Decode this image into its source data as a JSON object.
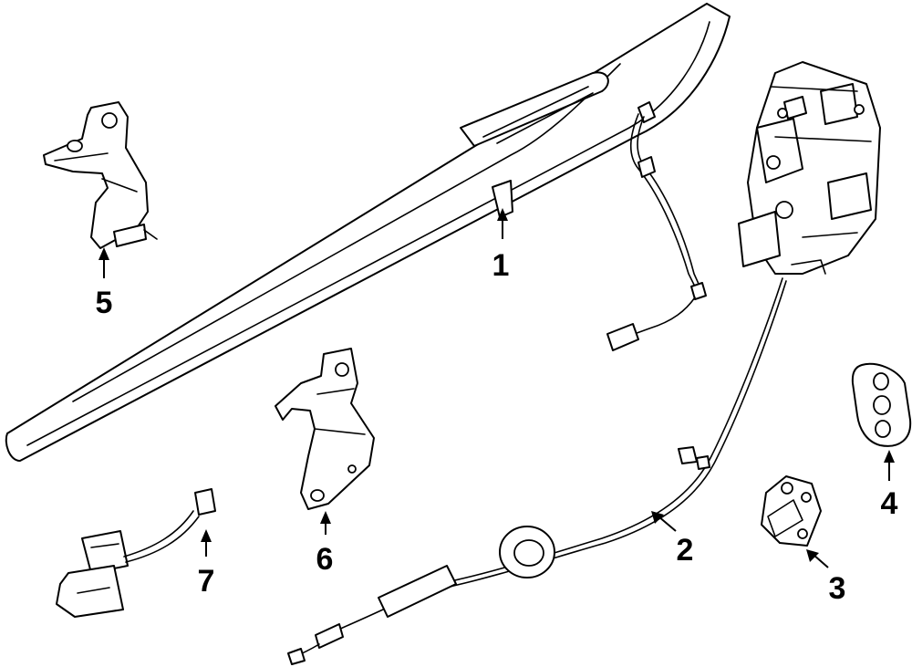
{
  "diagram": {
    "type": "exploded parts diagram",
    "callouts": [
      {
        "id": "1",
        "label": "1"
      },
      {
        "id": "2",
        "label": "2"
      },
      {
        "id": "3",
        "label": "3"
      },
      {
        "id": "4",
        "label": "4"
      },
      {
        "id": "5",
        "label": "5"
      },
      {
        "id": "6",
        "label": "6"
      },
      {
        "id": "7",
        "label": "7"
      }
    ]
  }
}
